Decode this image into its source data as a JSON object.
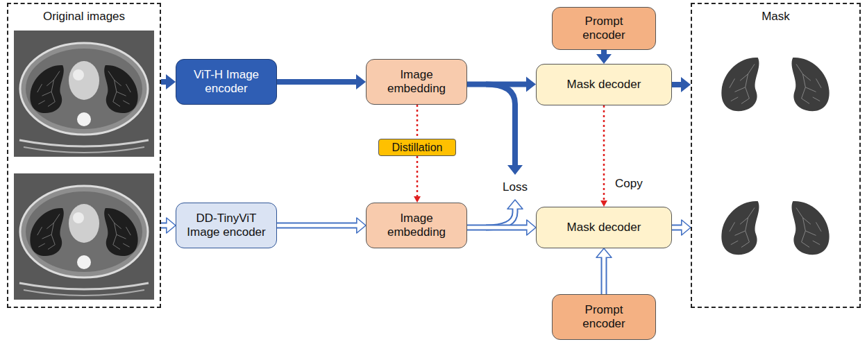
{
  "diagram": {
    "nodes": [
      {
        "text": [
          "Original images"
        ]
      },
      {
        "text": [
          "ViT-H Image encoder"
        ]
      },
      {
        "text": [
          "Image embedding"
        ]
      },
      {
        "text": [
          "Prompt encoder"
        ]
      },
      {
        "text": [
          "Mask decoder"
        ]
      },
      {
        "text": [
          "Mask"
        ]
      },
      {
        "text": [
          "Distillation"
        ]
      },
      {
        "text": [
          "DD-TinyViT Image encoder"
        ]
      },
      {
        "text": [
          "Image embedding"
        ]
      },
      {
        "text": [
          "Mask decoder"
        ]
      },
      {
        "text": [
          "Prompt encoder"
        ]
      }
    ],
    "edges": [
      {
        "from": 0,
        "to": 1,
        "arrow": "to"
      },
      {
        "from": 0,
        "to": 7,
        "arrow": "to"
      },
      {
        "from": 1,
        "to": 2,
        "arrow": "to"
      },
      {
        "from": 2,
        "to": 4,
        "arrow": "to"
      },
      {
        "from": 3,
        "to": 4,
        "arrow": "to"
      },
      {
        "from": 4,
        "to": 5,
        "arrow": "to"
      },
      {
        "from": 2,
        "to": 6,
        "arrow": "none"
      },
      {
        "from": 6,
        "to": 8,
        "arrow": "to"
      },
      {
        "from": 4,
        "to": 9,
        "label": "Copy",
        "arrow": "to"
      },
      {
        "from": 7,
        "to": 8,
        "arrow": "to"
      },
      {
        "from": 8,
        "to": 9,
        "arrow": "to"
      },
      {
        "from": 10,
        "to": 9,
        "arrow": "to"
      },
      {
        "from": 9,
        "to": 5,
        "arrow": "to"
      }
    ],
    "labels": [
      "Loss"
    ]
  }
}
